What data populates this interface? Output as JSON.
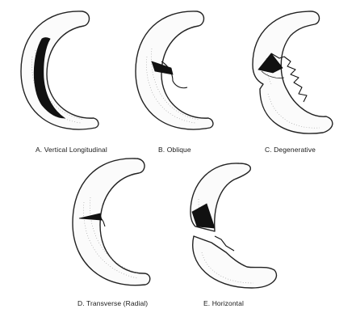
{
  "figure": {
    "captions": {
      "a": "A. Vertical Longitudinal",
      "b": "B. Oblique",
      "c": "C. Degenerative",
      "d": "D. Transverse (Radial)",
      "e": "E. Horizontal"
    }
  }
}
